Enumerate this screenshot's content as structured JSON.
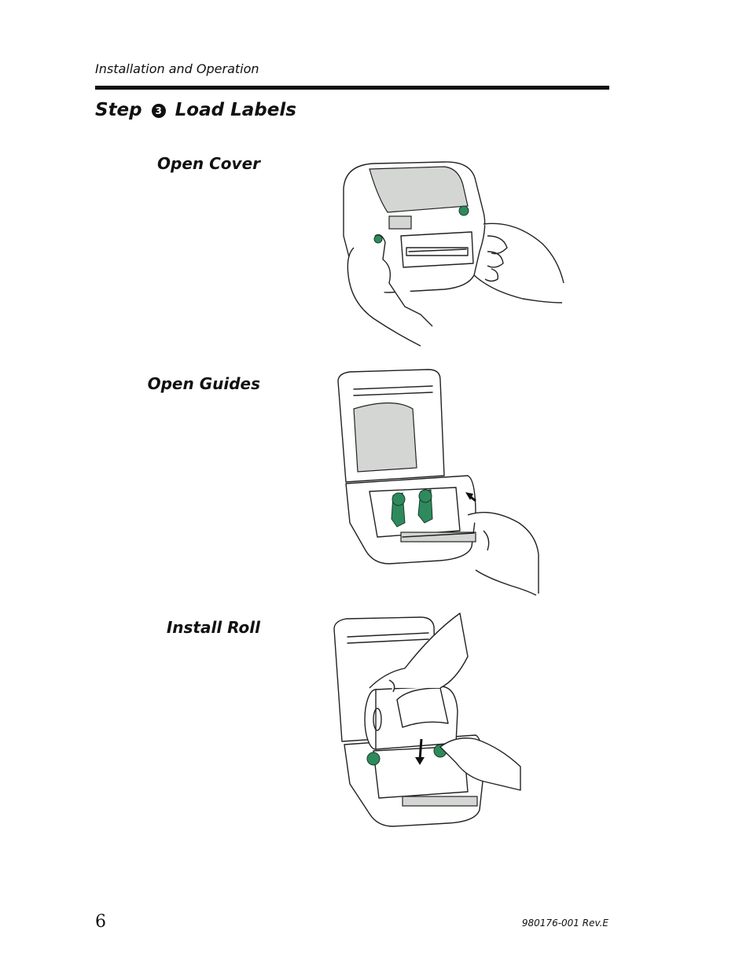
{
  "header": {
    "section": "Installation and Operation"
  },
  "step": {
    "prefix": "Step",
    "number": "❸",
    "title": "Load Labels"
  },
  "figures": [
    {
      "caption": "Open Cover"
    },
    {
      "caption": "Open Guides"
    },
    {
      "caption": "Install Roll"
    }
  ],
  "footer": {
    "page_number": "6",
    "doc_number": "980176-001 Rev.E"
  },
  "colors": {
    "accent": "#2e8a5c",
    "rule": "#111111"
  }
}
